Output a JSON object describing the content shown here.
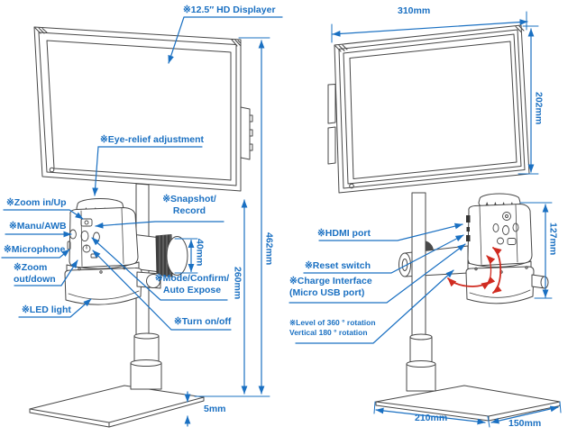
{
  "diagram": {
    "front_view": {
      "display_label": "※12.5″  HD Displayer",
      "eye_relief_label": "※Eye-relief adjustment",
      "zoom_in_label": "※Zoom in/Up",
      "manu_awb_label": "※Manu/AWB",
      "microphone_label": "※Microphone",
      "zoom_out_label": "※Zoom\nout/down",
      "led_light_label": "※LED light",
      "snapshot_label": "※Snapshot/\nRecord",
      "mode_label": "※Mode/Confirm/\nAuto Expose",
      "power_label": "※Turn on/off",
      "dim_knob": "40mm",
      "dim_pole": "260mm",
      "dim_total": "462mm",
      "dim_plate": "5mm"
    },
    "rear_view": {
      "hdmi_label": "※HDMI port",
      "reset_label": "※Reset switch",
      "charge_label": "※Charge Interface\n(Micro USB port)",
      "rotation_label": "※Level of 360 ° rotation\nVertical 180 ° rotation",
      "dim_width": "310mm",
      "dim_height": "202mm",
      "dim_camera": "127mm",
      "dim_base_left": "210mm",
      "dim_base_right": "150mm"
    },
    "colors": {
      "annotation_blue": "#1a70c2",
      "rotation_red": "#d02b20",
      "line_art": "#474747"
    }
  }
}
